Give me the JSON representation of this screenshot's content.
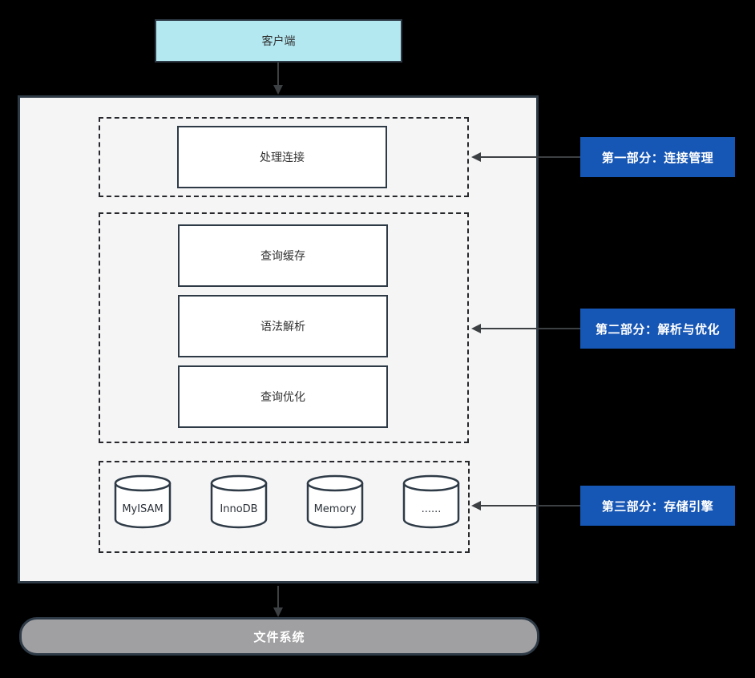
{
  "diagram": {
    "title_semantic": "mysql-server-architecture",
    "client": {
      "label": "客户端"
    },
    "filesystem": {
      "label": "文件系统"
    },
    "sections": [
      {
        "callout": "第一部分：连接管理",
        "boxes": [
          "处理连接"
        ]
      },
      {
        "callout": "第二部分：解析与优化",
        "boxes": [
          "查询缓存",
          "语法解析",
          "查询优化"
        ]
      },
      {
        "callout": "第三部分：存储引擎",
        "engines": [
          "MyISAM",
          "InnoDB",
          "Memory",
          "......"
        ]
      }
    ],
    "colors": {
      "background": "#000000",
      "panel_fill": "#f5f5f6",
      "client_fill": "#b3e8f1",
      "callout_fill": "#1656b5",
      "filesystem_fill": "#a0a0a2",
      "stroke": "#2e3b47",
      "arrow": "#3d4043"
    }
  }
}
